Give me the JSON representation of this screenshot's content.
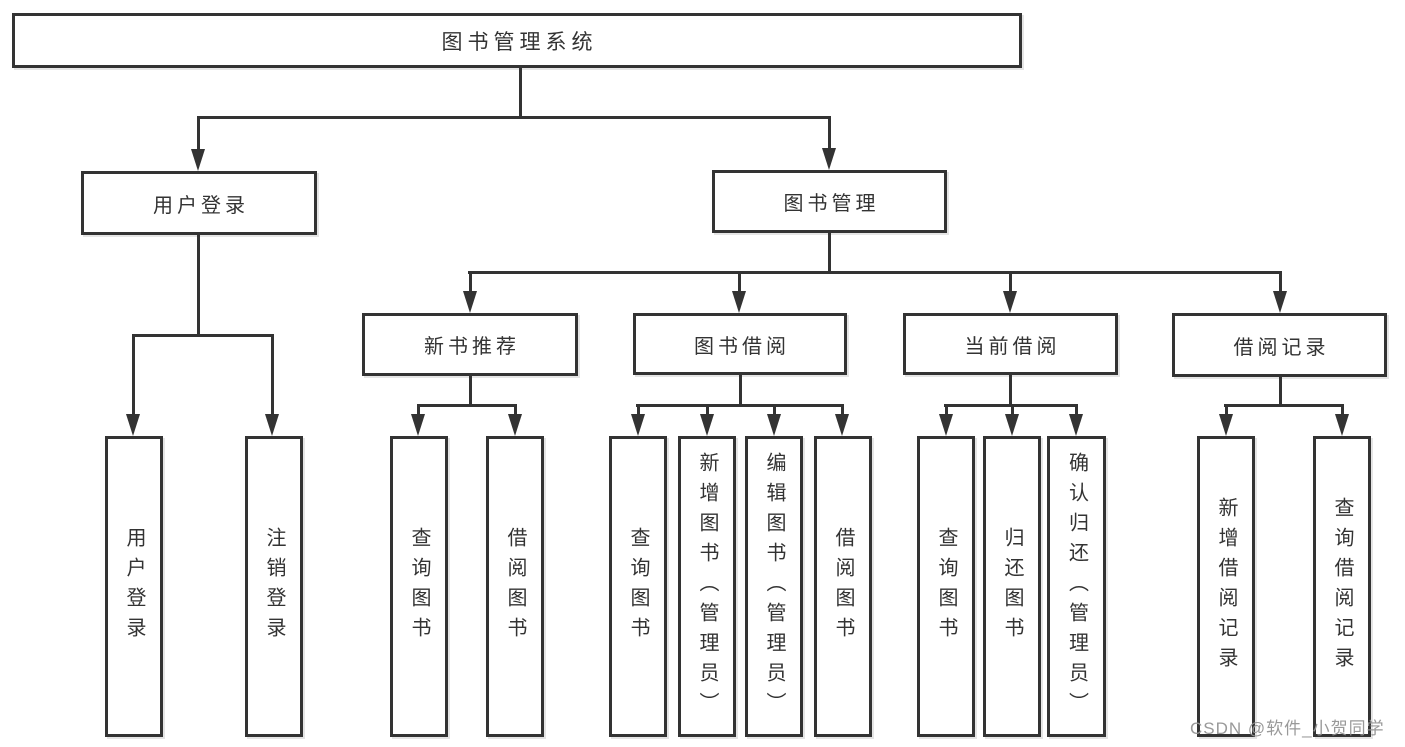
{
  "tree": {
    "root": "图书管理系统",
    "branches": [
      {
        "label": "用户登录",
        "children": [
          "用户登录",
          "注销登录"
        ]
      },
      {
        "label": "图书管理",
        "groups": [
          {
            "label": "新书推荐",
            "children": [
              "查询图书",
              "借阅图书"
            ]
          },
          {
            "label": "图书借阅",
            "children": [
              "查询图书",
              "新增图书（管理员）",
              "编辑图书（管理员）",
              "借阅图书"
            ]
          },
          {
            "label": "当前借阅",
            "children": [
              "查询图书",
              "归还图书",
              "确认归还（管理员）"
            ]
          },
          {
            "label": "借阅记录",
            "children": [
              "新增借阅记录",
              "查询借阅记录"
            ]
          }
        ]
      }
    ]
  },
  "watermark": {
    "text": "CSDN @软件_小贺同学"
  },
  "colors": {
    "line": "#333333",
    "text": "#333333",
    "background": "#ffffff",
    "watermark": "#949494"
  }
}
